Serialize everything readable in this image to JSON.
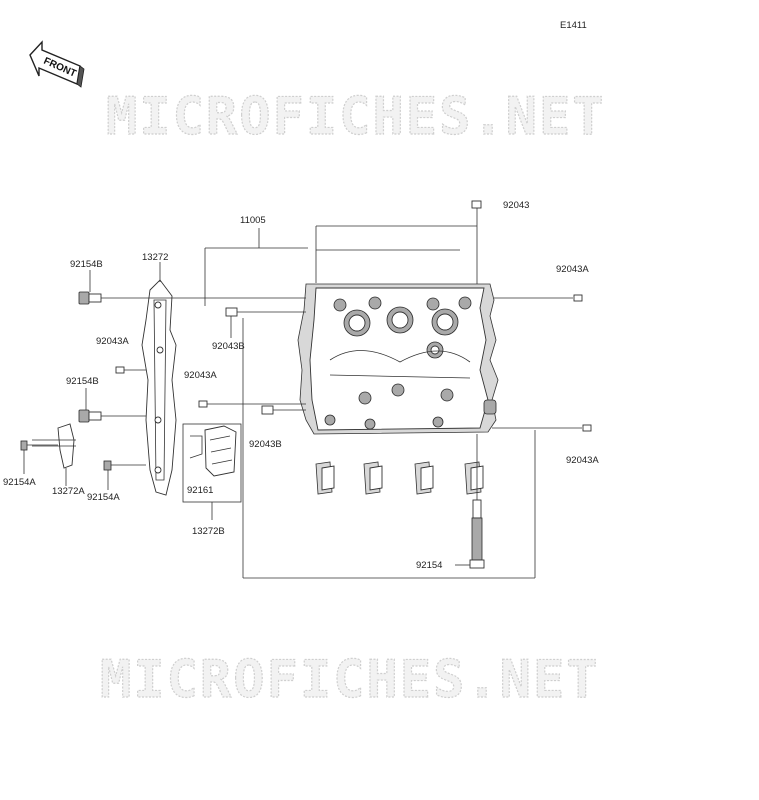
{
  "diagram_code": "E1411",
  "front_label": "FRONT",
  "watermarks": [
    "MICROFICHES.NET",
    "MICROFICHES.NET"
  ],
  "parts": {
    "p11005": "11005",
    "p13272": "13272",
    "p92154b_top": "92154B",
    "p92043": "92043",
    "p92043a_right_top": "92043A",
    "p92043a_left": "92043A",
    "p92043b_top": "92043B",
    "p92043a_mid": "92043A",
    "p92154b_mid": "92154B",
    "p92043b_mid": "92043B",
    "p92043a_right_bot": "92043A",
    "p92154a_left": "92154A",
    "p13272a": "13272A",
    "p92154a_mid": "92154A",
    "p92161": "92161",
    "p13272b": "13272B",
    "p92154": "92154"
  }
}
